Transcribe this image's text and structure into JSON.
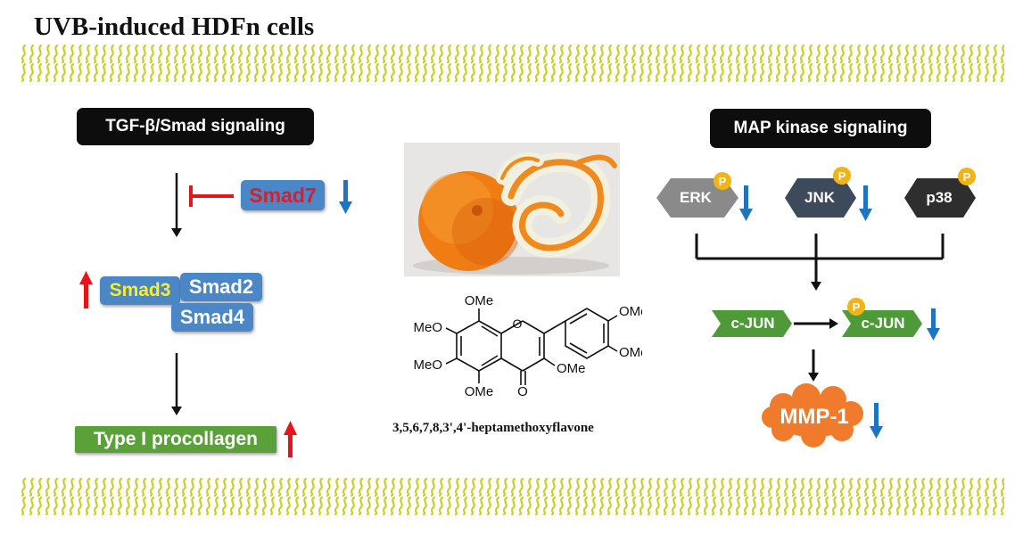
{
  "title": "UVB-induced HDFn cells",
  "left_panel": {
    "header": "TGF-β/Smad signaling",
    "smad7": "Smad7",
    "smad3": "Smad3",
    "smad2": "Smad2",
    "smad4": "Smad4",
    "output": "Type I procollagen"
  },
  "right_panel": {
    "header": "MAP kinase signaling",
    "erk": "ERK",
    "jnk": "JNK",
    "p38": "p38",
    "phospho": "P",
    "cjun": "c-JUN",
    "cjun_p": "c-JUN",
    "mmp1": "MMP-1"
  },
  "center": {
    "image_icon": "orange-peel",
    "structure": {
      "ome": "OMe",
      "meo": "MeO",
      "o": "O"
    },
    "compound": "3,5,6,7,8,3',4'-heptamethoxyflavone"
  },
  "colors": {
    "up_arrow": "#e8141b",
    "down_arrow": "#1e74c0",
    "smad_box": "#4b86c6",
    "procollagen": "#5aa13a",
    "erk": "#8a8a8a",
    "jnk": "#3d4a5c",
    "p38": "#2e2e2e",
    "cjun": "#4e9a38",
    "mmp1": "#f07b2c",
    "phospho": "#f2b414"
  }
}
